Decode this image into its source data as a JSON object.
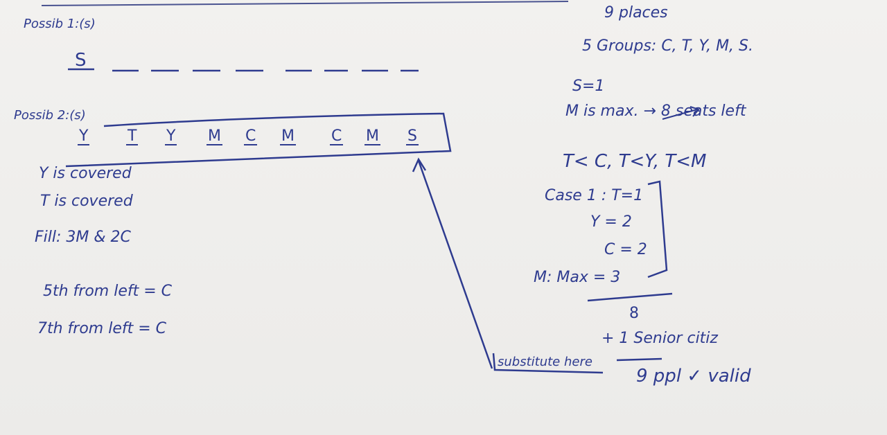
{
  "left": {
    "possib1": "Possib 1:(s)",
    "possib1_seat": "S",
    "possib2": "Possib 2:(s)",
    "arrangement": [
      "Y",
      "T",
      "Y",
      "M",
      "C",
      "M",
      "C",
      "M",
      "S"
    ],
    "notes": [
      "Y is covered",
      "T is covered",
      "Fill: 3M & 2C"
    ],
    "positions": [
      "5th from left = C",
      "7th from left = C"
    ],
    "substitute": "substitute here"
  },
  "right": {
    "places": "9 places",
    "groups": "5 Groups: C, T, Y, M, S.",
    "s_eq": "S=1",
    "m_max": "M is max. → 8 seats left",
    "constraints": "T< C, T<Y, T<M",
    "case1": "Case 1 : T=1",
    "y_eq": "Y = 2",
    "c_eq": "C = 2",
    "m_max_eq": "M: Max = 3",
    "total": "8",
    "senior": "+ 1 Senior citiz",
    "ppl": "9 ppl ✓ valid"
  },
  "colors": {
    "ink": "#2e3b8f",
    "paper": "#eeedeb"
  }
}
